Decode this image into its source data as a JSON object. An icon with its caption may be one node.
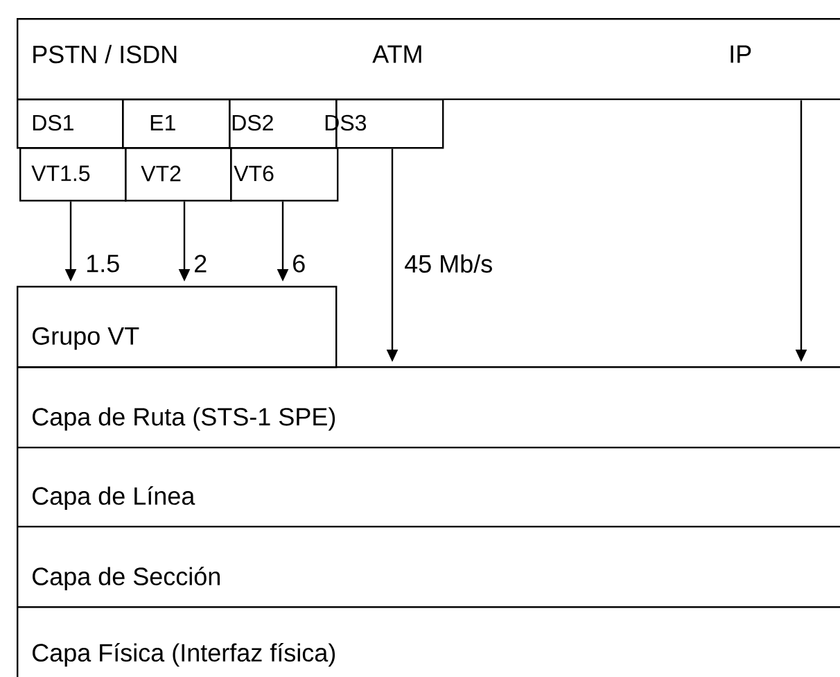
{
  "diagram": {
    "nodes": [
      {
        "text": [
          "PSTN / ISDN",
          "ATM",
          "IP"
        ]
      },
      {
        "text": [
          "DS1"
        ]
      },
      {
        "text": [
          "E1"
        ]
      },
      {
        "text": [
          "DS2"
        ]
      },
      {
        "text": [
          "DS3"
        ]
      },
      {
        "text": [
          "VT1.5"
        ]
      },
      {
        "text": [
          "VT2"
        ]
      },
      {
        "text": [
          "VT6"
        ]
      },
      {
        "text": [
          "Grupo VT"
        ]
      },
      {
        "text": [
          "Capa de Ruta  (STS-1   SPE)"
        ]
      },
      {
        "text": [
          "Capa de Línea"
        ]
      },
      {
        "text": [
          "Capa de Sección"
        ]
      },
      {
        "text": [
          "Capa Física  (Interfaz física)"
        ]
      }
    ],
    "edges": [
      {
        "from": 5,
        "to": 8,
        "arrow": "to",
        "label": "1.5"
      },
      {
        "from": 6,
        "to": 8,
        "arrow": "to",
        "label": "2"
      },
      {
        "from": 7,
        "to": 8,
        "arrow": "to",
        "label": "6"
      },
      {
        "from": 4,
        "to": 9,
        "arrow": "to",
        "label": "45 Mb/s"
      },
      {
        "from": 0,
        "to": 9,
        "arrow": "to"
      }
    ]
  }
}
